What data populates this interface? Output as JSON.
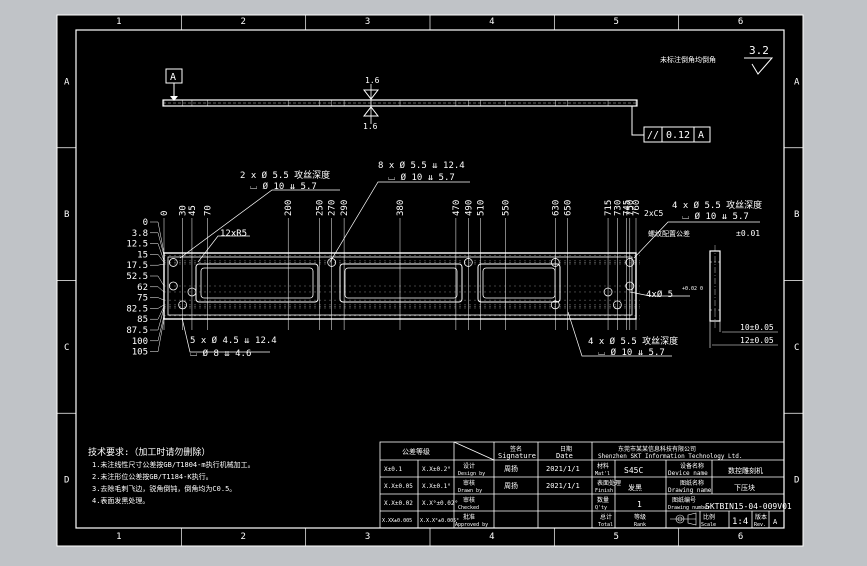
{
  "colors": {
    "app_bg": "#c0c3c7",
    "paper": "#000000",
    "ink": "#ffffff"
  },
  "border": {
    "columns": [
      "1",
      "2",
      "3",
      "4",
      "5",
      "6"
    ],
    "rows": [
      "A",
      "B",
      "C",
      "D"
    ]
  },
  "top_right_note": "未标注倒角均倒角",
  "roughness": "3.2",
  "datum_label": "A",
  "flatness_mark": "1.6",
  "flatness_mark_bottom": "1.6",
  "parallelism": {
    "symbol": "//",
    "value": "0.12",
    "datum": "A"
  },
  "top_ticks": [
    "0",
    "30",
    "45",
    "70",
    "200",
    "250",
    "270",
    "290",
    "380",
    "470",
    "490",
    "510",
    "550",
    "630",
    "650",
    "715",
    "730",
    "745",
    "750",
    "760"
  ],
  "left_ticks": [
    "0",
    "3.8",
    "12.5",
    "15",
    "17.5",
    "52.5",
    "62",
    "75",
    "82.5",
    "85",
    "87.5",
    "100",
    "105"
  ],
  "callouts": {
    "top_left_a": "2 x Ø  5.5 攻丝深度",
    "top_left_b": "⌴ Ø 10 ⇊ 5.7",
    "top_mid_a": "8 x Ø  5.5 ⇊ 12.4",
    "top_mid_b": "⌴ Ø 10 ⇊ 5.7",
    "top_right_a": "4 x Ø  5.5 攻丝深度",
    "top_right_b": "⌴ Ø 10 ⇊ 5.7",
    "top_right_c": "螺纹配置公差",
    "top_right_tol": "±0.01",
    "radius": "12xR5",
    "chamfer": "2xC5",
    "bottom_left_a": "5 x Ø  4.5 ⇊ 12.4",
    "bottom_left_b": "⌴ Ø 8 ⇊ 4.6",
    "bottom_right_a": "4 x Ø  5.5 攻丝深度",
    "bottom_right_b": "⌴ Ø 10 ⇊ 5.7",
    "mid_hole": "4xØ 5",
    "mid_hole_tol": "+0.02 0"
  },
  "side_view": {
    "dim1": "10±0.05",
    "dim2": "12±0.05"
  },
  "notes": {
    "title": "技术要求:（加工时请勿删除）",
    "lines": [
      "1.未注线性尺寸公差按GB/T1804-m执行机械加工。",
      "2.未注形位公差按GB/T1184-K执行。",
      "3.去除毛刺飞边，锐角倒钝，倒角均为C0.5。",
      "4.表面发黑处理。"
    ]
  },
  "title_block": {
    "tol_header": "公差等级",
    "tol_rows": [
      [
        "X±0.1",
        "X.X±0.2°"
      ],
      [
        "X.X±0.05",
        "X.X±0.1°"
      ],
      [
        "X.X±0.02",
        "X.X°±0.02°"
      ],
      [
        "X.XX±0.005",
        "X.X.X°±0.005°"
      ]
    ],
    "signature_h": "签名",
    "signature_en": "Signature",
    "date_h": "日期",
    "date_en": "Date",
    "roles": [
      {
        "cn": "设计",
        "en": "Design by"
      },
      {
        "cn": "审核",
        "en": "Drawn by"
      },
      {
        "cn": "审核",
        "en": "Checked"
      },
      {
        "cn": "批准",
        "en": "Approved by"
      }
    ],
    "signer1": "周扬",
    "signer2": "周扬",
    "date1": "2021/1/1",
    "date2": "2021/1/1",
    "company_cn": "东莞市某某信息科技有限公司",
    "company_en": "Shenzhen SKT Information Technology Ltd.",
    "material_h": "材料",
    "material_en": "Mat'l",
    "material": "S45C",
    "device_h": "设备名称",
    "device_en": "Device name",
    "device": "数控雕刻机",
    "finish_h": "表面处理",
    "finish_en": "Finish",
    "finish": "发黑",
    "drawing_name_h": "图纸名称",
    "drawing_name_en": "Drawing name",
    "drawing_name": "下压块",
    "qty_h": "数量",
    "qty_en": "Q'ty",
    "qty": "1",
    "drawing_no_h": "图纸编号",
    "drawing_no_en": "Drawing number",
    "drawing_no": "SKTBIN15-04-009V01",
    "total_h": "总计",
    "total_en": "Total",
    "rank_h": "等级",
    "rank_en": "Rank",
    "scale_h": "比例",
    "scale_en": "Scale",
    "scale": "1:4",
    "rev_h": "版本",
    "rev_en": "Rev.",
    "rev": "A"
  }
}
